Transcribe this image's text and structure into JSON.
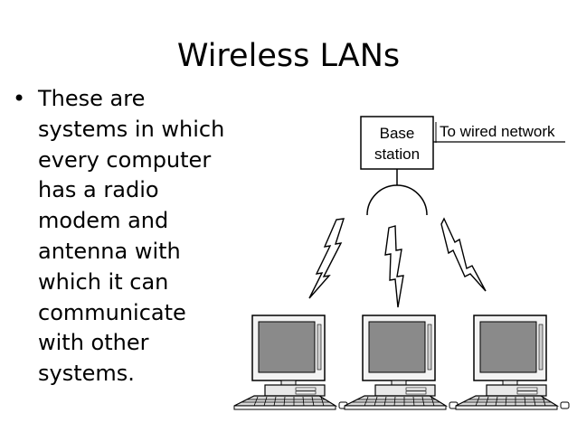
{
  "slide": {
    "title": "Wireless LANs",
    "bullet_symbol": "•",
    "bullet_text": "These are\nsystems in which\nevery computer\nhas a radio\nmodem and\nantenna with\nwhich it can\ncommunicate\nwith other\nsystems."
  },
  "diagram": {
    "base_station": {
      "line1": "Base",
      "line2": "station"
    },
    "wired_link_label": "To wired network",
    "computer_count": 3
  }
}
